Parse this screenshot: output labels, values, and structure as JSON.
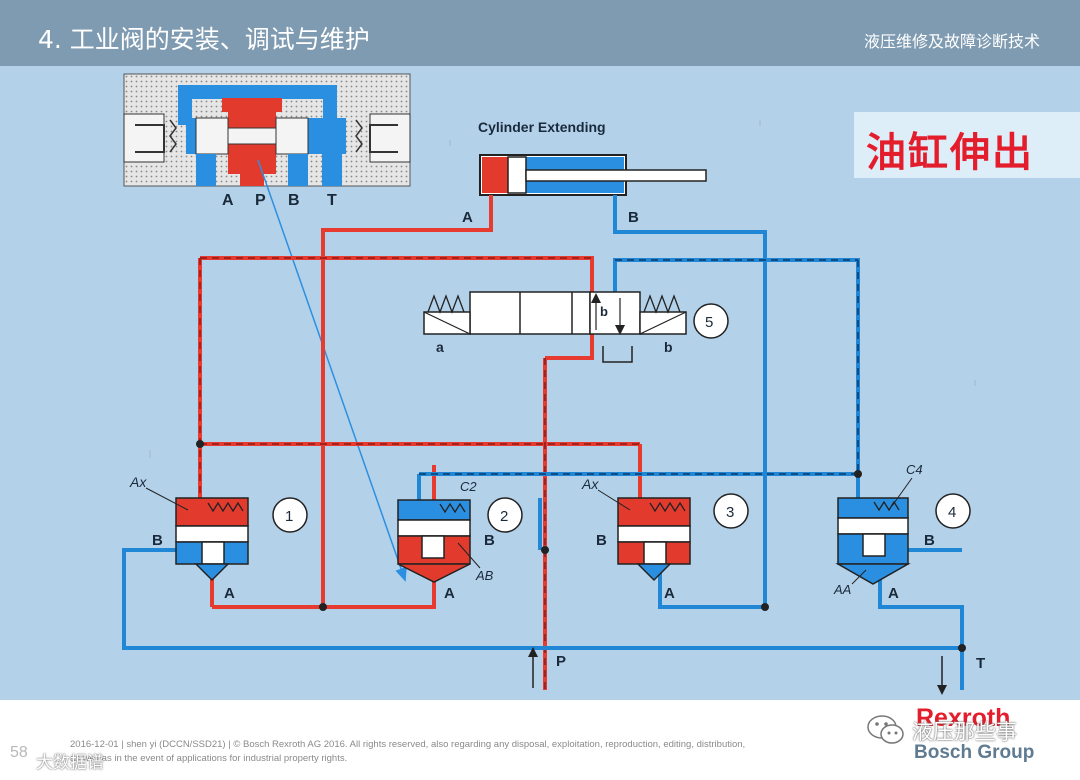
{
  "header": {
    "title": "4. 工业阀的安装、调试与维护",
    "subtitle": "液压维修及故障诊断技术"
  },
  "banner": {
    "text": "油缸伸出"
  },
  "diagram": {
    "cylinder_caption": "Cylinder Extending",
    "inset_ports": [
      "A",
      "P",
      "B",
      "T"
    ],
    "cylinder_port_a": "A",
    "cylinder_port_b": "B",
    "solenoid_left_label": "a",
    "solenoid_right_label": "b",
    "valve_b_label": "b",
    "valve_number": "5",
    "cartridges": [
      {
        "number": "1",
        "spring_label": "Ax",
        "port_side": "B",
        "port_bottom": "A"
      },
      {
        "number": "2",
        "spring_label": "C2",
        "port_side": "B",
        "port_bottom": "A",
        "area_label": "AB"
      },
      {
        "number": "3",
        "spring_label": "Ax",
        "port_side": "B",
        "port_bottom": "A"
      },
      {
        "number": "4",
        "spring_label": "C4",
        "port_side": "B",
        "port_bottom": "A",
        "area_label": "AA"
      }
    ],
    "port_p": "P",
    "port_t": "T"
  },
  "footer": {
    "line1": "2016-12-01 | shen yi (DCCN/SSD21) | © Bosch Rexroth AG 2016. All rights reserved, also regarding any disposal, exploitation, reproduction, editing, distribution,",
    "line2": "as well as in the event of applications for industrial property rights.",
    "page_number": "58"
  },
  "watermarks": {
    "left": "大数据谱",
    "right": "液压那些事"
  },
  "brand": {
    "name1": "Rexroth",
    "name2": "Bosch Group"
  },
  "colors": {
    "header_bg": "#7f9bb1",
    "diagram_bg": "#b4d1ea",
    "pressure_line": "#e63b2e",
    "tank_line": "#1f87d6",
    "banner_text": "#e31d2b"
  }
}
